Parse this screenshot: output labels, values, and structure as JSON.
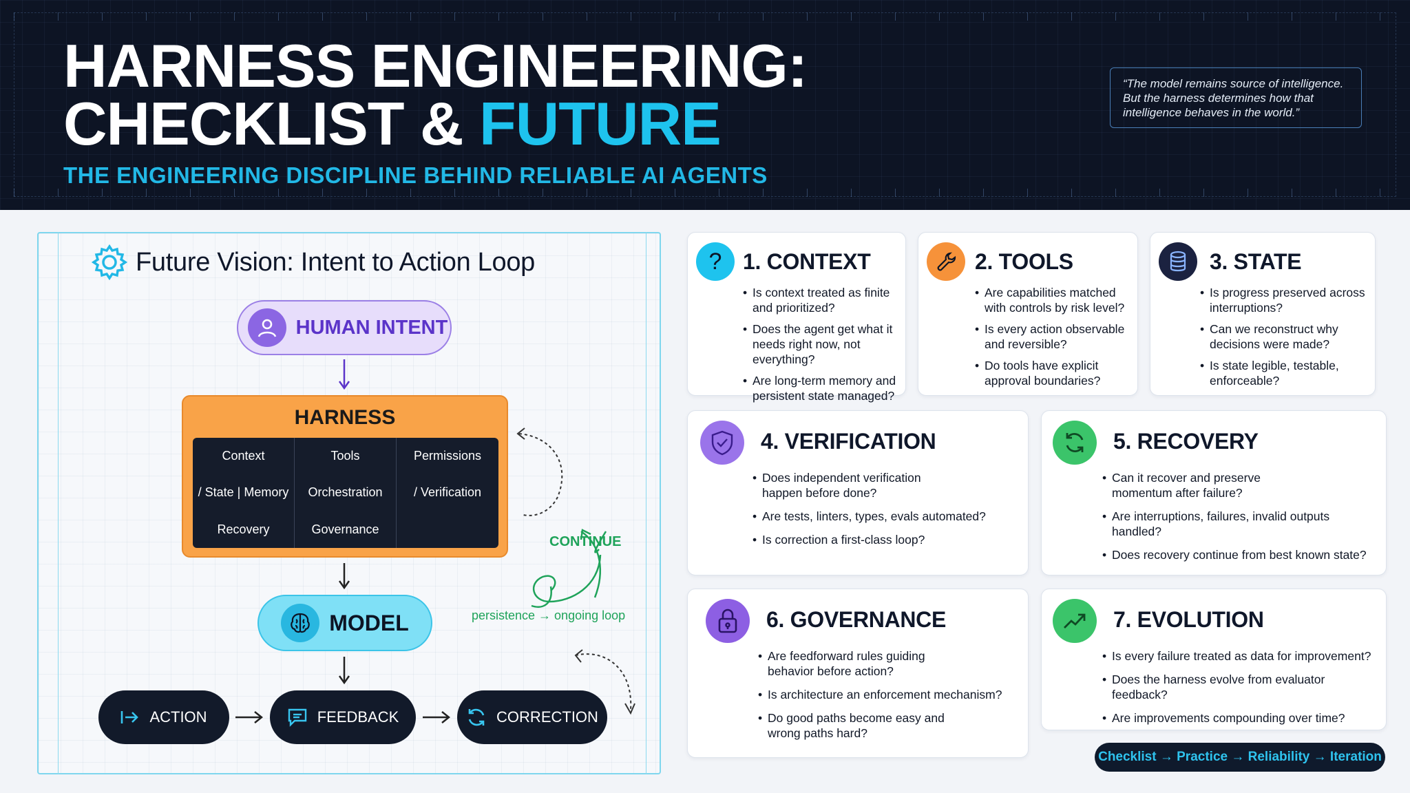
{
  "header": {
    "title_line1": "HARNESS ENGINEERING:",
    "title_line2_plain": "CHECKLIST & ",
    "title_line2_accent": "FUTURE",
    "subtitle": "THE ENGINEERING DISCIPLINE BEHIND RELIABLE AI AGENTS",
    "quote": "“The model remains source of intelligence. But the harness determines how that intelligence behaves in the world.”"
  },
  "diagram": {
    "title": "Future Vision: Intent to Action Loop",
    "human_intent": "HUMAN INTENT",
    "harness": {
      "title": "HARNESS",
      "cells": [
        "Context",
        "Tools",
        "Permissions",
        "/ State | Memory",
        "Orchestration",
        "/ Verification",
        "Recovery",
        "Governance",
        ""
      ]
    },
    "model": "MODEL",
    "action": "ACTION",
    "feedback": "FEEDBACK",
    "correction": "CORRECTION",
    "continue": "CONTINUE",
    "persistence": "persistence → ongoing loop"
  },
  "cards": [
    {
      "title": "1. CONTEXT",
      "icon": "question-icon",
      "color": "#1ec3ee",
      "items": [
        "Is context treated as finite and prioritized?",
        "Does the agent get what it needs right now, not everything?",
        "Are long-term memory and persistent state managed?"
      ]
    },
    {
      "title": "2. TOOLS",
      "icon": "wrench-icon",
      "color": "#f6923a",
      "items": [
        "Are capabilities matched with controls by risk level?",
        "Is every action observable and reversible?",
        "Do tools have explicit approval boundaries?"
      ]
    },
    {
      "title": "3. STATE",
      "icon": "database-icon",
      "color": "#1b2240",
      "items": [
        "Is progress preserved across interruptions?",
        "Can we reconstruct why decisions were made?",
        "Is state legible, testable, enforceable?"
      ]
    },
    {
      "title": "4. VERIFICATION",
      "icon": "shield-check-icon",
      "color": "#9a74ea",
      "items": [
        "Does independent verification happen before done?",
        "Are tests, linters, types, evals automated?",
        "Is correction a first-class loop?"
      ]
    },
    {
      "title": "5. RECOVERY",
      "icon": "refresh-icon",
      "color": "#3bc46a",
      "items": [
        "Can it recover and preserve momentum after failure?",
        "Are interruptions, failures, invalid outputs handled?",
        "Does recovery continue from best known state?"
      ]
    },
    {
      "title": "6. GOVERNANCE",
      "icon": "lock-icon",
      "color": "#8d5fe3",
      "items": [
        "Are feedforward rules guiding behavior before action?",
        "Is architecture an enforcement mechanism?",
        "Do good paths become easy and wrong paths hard?"
      ]
    },
    {
      "title": "7. EVOLUTION",
      "icon": "trend-up-icon",
      "color": "#3bc46a",
      "items": [
        "Is every failure treated as data for improvement?",
        "Does the harness evolve from evaluator feedback?",
        "Are improvements compounding over time?"
      ]
    }
  ],
  "footer": "Checklist → Practice → Reliability → Iteration"
}
